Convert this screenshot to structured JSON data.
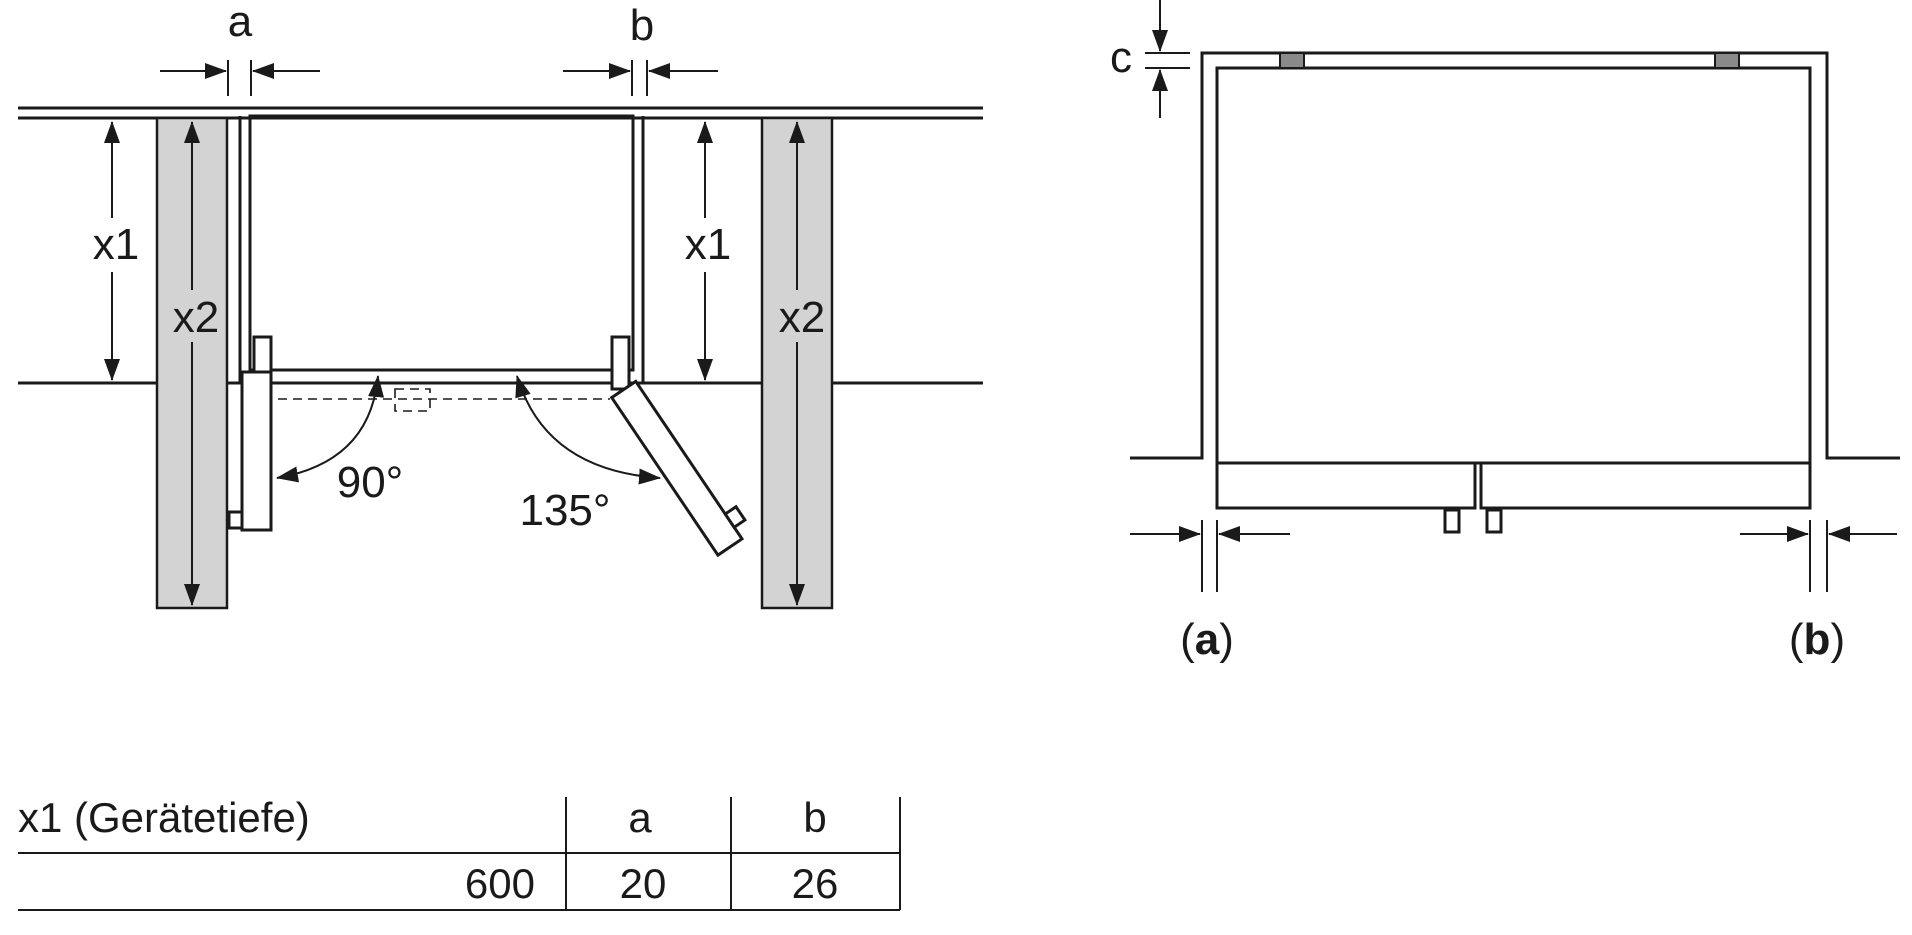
{
  "plan_view": {
    "gap_left_label": "a",
    "gap_right_label": "b",
    "depth_label_left": "x1",
    "depth_label_right": "x1",
    "wall_depth_label_left": "x2",
    "wall_depth_label_right": "x2",
    "angle_left": "90°",
    "angle_right": "135°"
  },
  "front_view": {
    "top_gap_label": "c",
    "gap_left_paren_open": "(",
    "gap_left_letter": "a",
    "gap_left_paren_close": ")",
    "gap_right_paren_open": "(",
    "gap_right_letter": "b",
    "gap_right_paren_close": ")"
  },
  "table": {
    "headers": [
      "x1 (Gerätetiefe)",
      "a",
      "b"
    ],
    "rows": [
      [
        "600",
        "20",
        "26"
      ]
    ]
  },
  "colors": {
    "line": "#1a1a1a",
    "wall_fill": "#d3d3d3",
    "hinge_fill": "#8a8a8a"
  }
}
